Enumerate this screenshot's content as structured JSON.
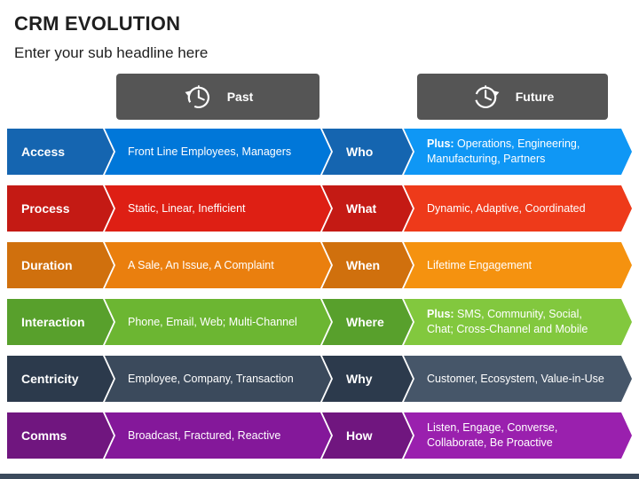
{
  "title": "CRM EVOLUTION",
  "subtitle": "Enter your sub headline here",
  "headers": {
    "past": {
      "label": "Past",
      "icon": "clock-counterclockwise-icon"
    },
    "future": {
      "label": "Future",
      "icon": "clock-clockwise-icon"
    }
  },
  "rows": [
    {
      "label": "Access",
      "past": "Front Line Employees, Managers",
      "question": "Who",
      "future_prefix": "Plus:",
      "future": " Operations, Engineering, Manufacturing, Partners",
      "colors": {
        "dark": "#1565b0",
        "mid": "#0077d9",
        "light": "#0f97f5"
      }
    },
    {
      "label": "Process",
      "past": "Static, Linear, Inefficient",
      "question": "What",
      "future_prefix": "",
      "future": "Dynamic, Adaptive, Coordinated",
      "colors": {
        "dark": "#c41a14",
        "mid": "#de1f14",
        "light": "#ee3a1a"
      }
    },
    {
      "label": "Duration",
      "past": "A Sale, An Issue, A Complaint",
      "question": "When",
      "future_prefix": "",
      "future": "Lifetime Engagement",
      "colors": {
        "dark": "#d0700d",
        "mid": "#ea7f0e",
        "light": "#f5920f"
      }
    },
    {
      "label": "Interaction",
      "past": "Phone, Email, Web; Multi-Channel",
      "question": "Where",
      "future_prefix": "Plus:",
      "future": " SMS, Community, Social, Chat; Cross-Channel and Mobile",
      "colors": {
        "dark": "#58a02c",
        "mid": "#6cb632",
        "light": "#82c83e"
      }
    },
    {
      "label": "Centricity",
      "past": "Employee, Company, Transaction",
      "question": "Why",
      "future_prefix": "",
      "future": "Customer, Ecosystem, Value-in-Use",
      "colors": {
        "dark": "#2c3a4c",
        "mid": "#3b4a5c",
        "light": "#465669"
      }
    },
    {
      "label": "Comms",
      "past": "Broadcast, Fractured, Reactive",
      "question": "How",
      "future_prefix": "",
      "future": "Listen, Engage, Converse, Collaborate, Be Proactive",
      "colors": {
        "dark": "#70167f",
        "mid": "#84189a",
        "light": "#9a20ae"
      }
    }
  ]
}
